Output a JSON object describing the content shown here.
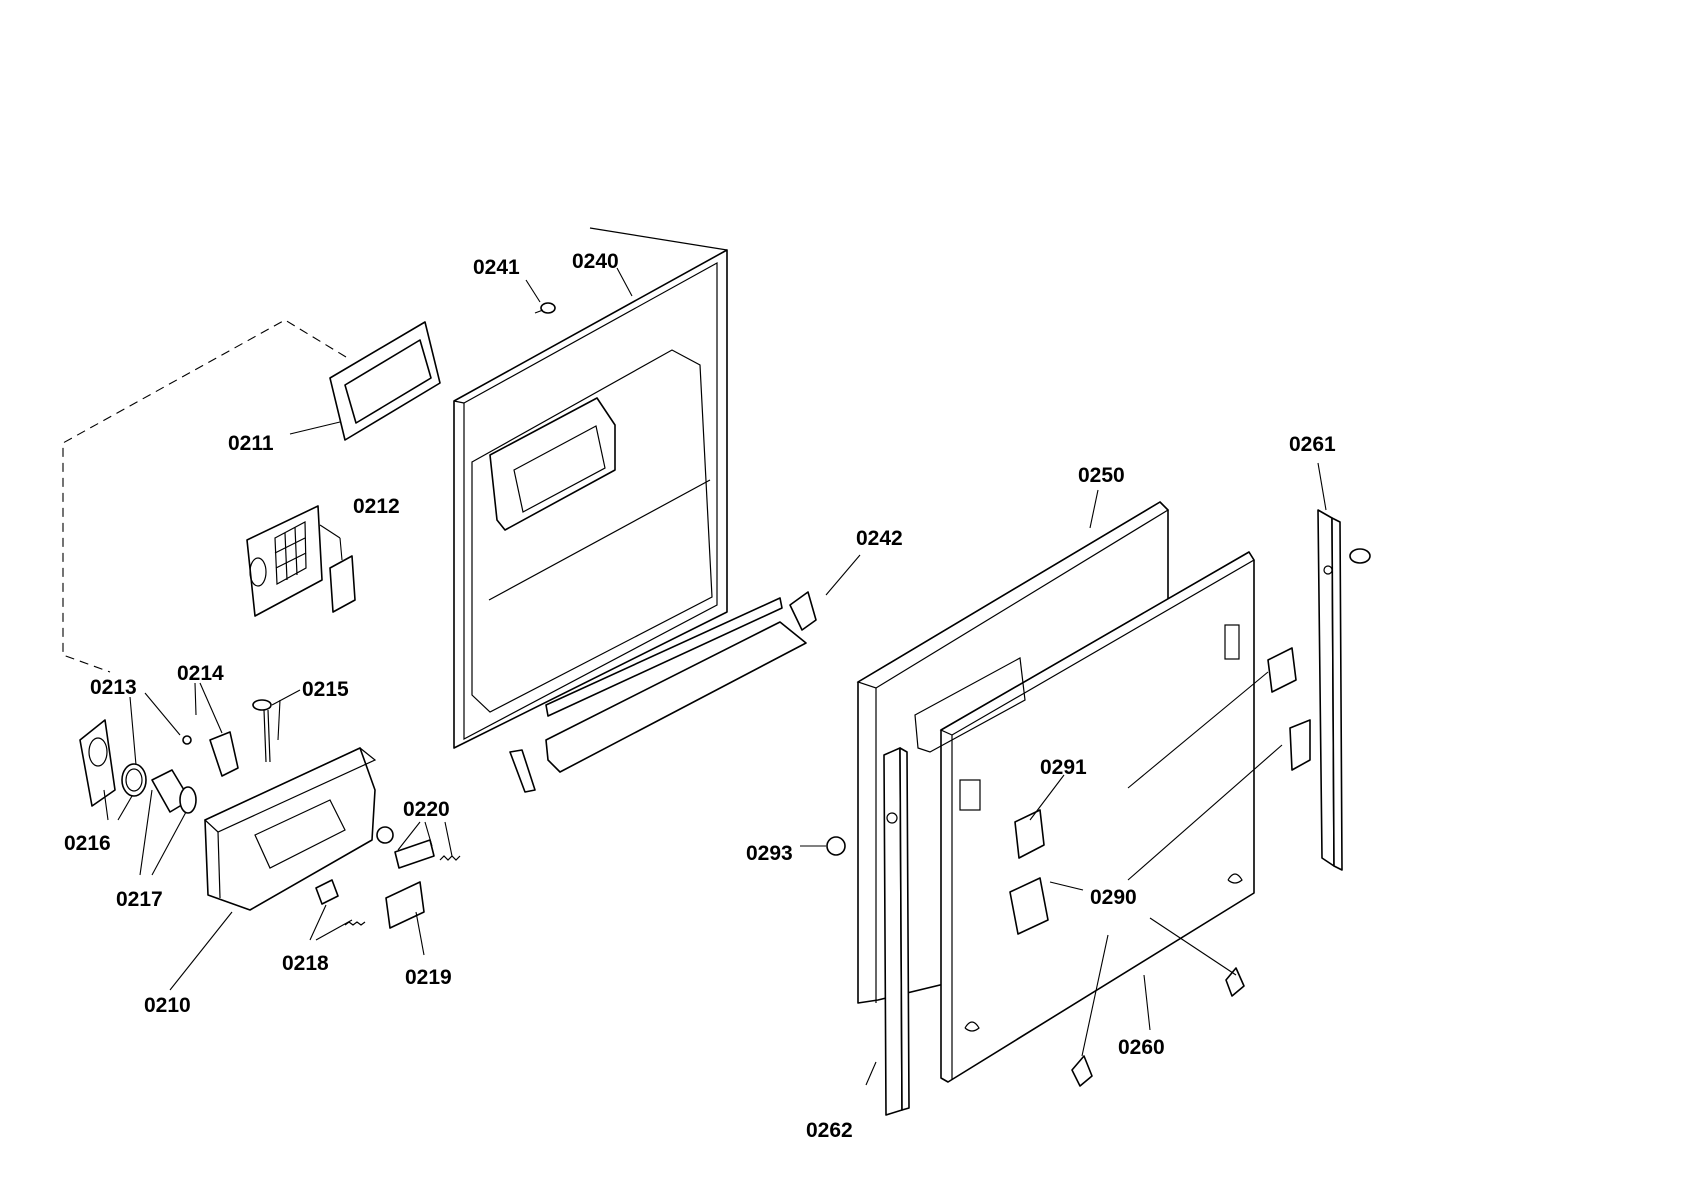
{
  "labels": {
    "p0210": "0210",
    "p0211": "0211",
    "p0212": "0212",
    "p0213": "0213",
    "p0214": "0214",
    "p0215": "0215",
    "p0216": "0216",
    "p0217": "0217",
    "p0218": "0218",
    "p0219": "0219",
    "p0220": "0220",
    "p0240": "0240",
    "p0241": "0241",
    "p0242": "0242",
    "p0250": "0250",
    "p0260": "0260",
    "p0261": "0261",
    "p0262": "0262",
    "p0290": "0290",
    "p0291": "0291",
    "p0293": "0293"
  }
}
